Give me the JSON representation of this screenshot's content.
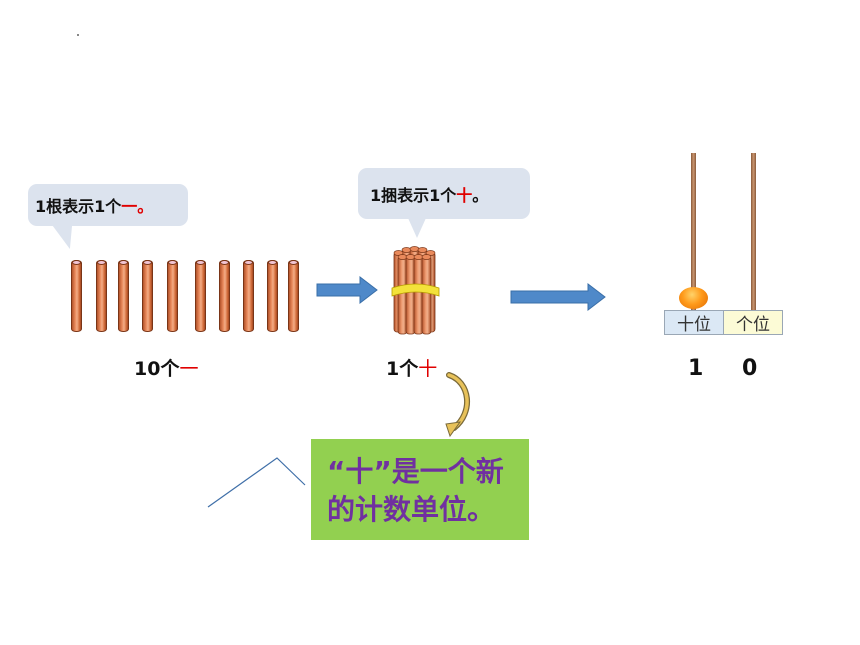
{
  "bubble_one": {
    "prefix": "1根表示1个",
    "highlight": "一",
    "suffix": "。"
  },
  "bubble_ten": {
    "prefix": "1捆表示1个",
    "highlight": "十",
    "suffix": "。"
  },
  "caption_ones": {
    "count": "10个",
    "unit": "一"
  },
  "caption_tens": {
    "count": "1个",
    "unit": "十"
  },
  "place_value": {
    "tens_label": "十位",
    "ones_label": "个位",
    "tens_digit": "1",
    "ones_digit": "0"
  },
  "note": {
    "line1": "“十”是一个新",
    "line2": "的计数单位。"
  },
  "colors": {
    "highlight": "#e00000",
    "note_bg": "#92d050",
    "note_text": "#7030a0",
    "arrow": "#4f89c9",
    "bead": "#ff8a00"
  },
  "icons": [
    "stick-icon",
    "bundle-icon",
    "right-arrow-icon",
    "abacus-rod-icon",
    "bead-icon",
    "curved-arrow-icon"
  ]
}
